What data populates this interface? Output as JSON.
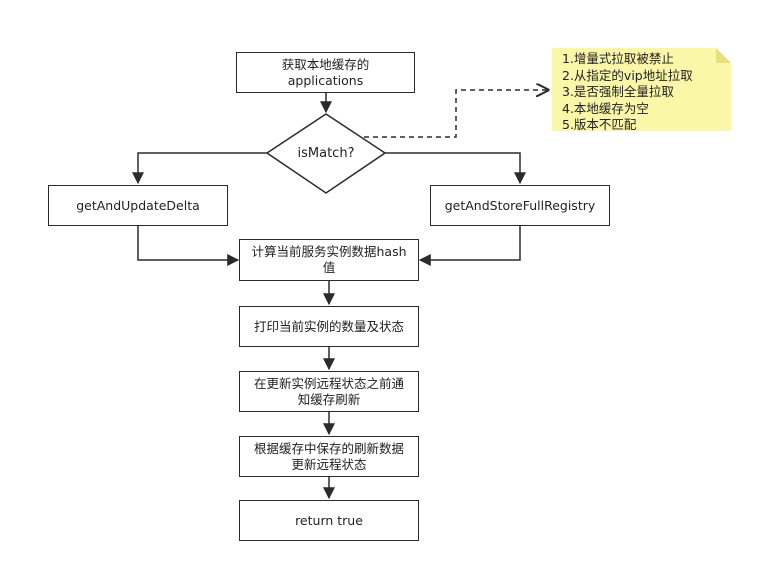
{
  "nodes": {
    "fetch_local": "获取本地缓存的\napplications",
    "is_match": "isMatch?",
    "delta": "getAndUpdateDelta",
    "full": "getAndStoreFullRegistry",
    "hash": "计算当前服务实例数据hash\n值",
    "print": "打印当前实例的数量及状态",
    "notify": "在更新实例远程状态之前通\n知缓存刷新",
    "update_remote": "根据缓存中保存的刷新数据\n更新远程状态",
    "return_true": "return true"
  },
  "note": {
    "lines": [
      "1.增量式拉取被禁止",
      "2.从指定的vip地址拉取",
      "3.是否强制全量拉取",
      "4.本地缓存为空",
      "5.版本不匹配"
    ]
  },
  "colors": {
    "note_fill": "#fbf7a8",
    "note_fold": "#e6df7e",
    "stroke": "#2b2b2b"
  }
}
